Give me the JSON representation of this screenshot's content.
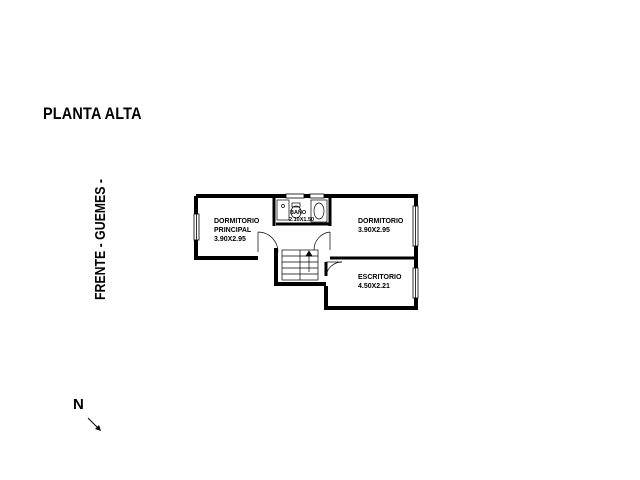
{
  "title": "PLANTA ALTA",
  "street_label": "FRENTE - GUEMES -",
  "north_label": "N",
  "rooms": [
    {
      "name": "DORMITORIO\nPRINCIPAL",
      "dims": "3.90X2.95"
    },
    {
      "name": "DORMITORIO",
      "dims": "3.90X2.95"
    },
    {
      "name": "ESCRITORIO",
      "dims": "4.50X2.21"
    },
    {
      "name": "BAÑO",
      "dims": "2.10X1.50"
    }
  ],
  "colors": {
    "wall": "#000000",
    "background": "#ffffff"
  }
}
